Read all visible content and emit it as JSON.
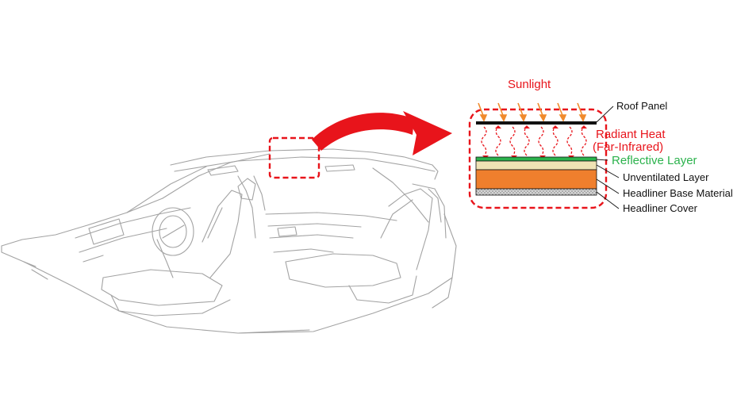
{
  "labels": {
    "sunlight": "Sunlight",
    "roof_panel": "Roof Panel",
    "radiant_heat": "Radiant Heat",
    "far_infrared": "(Far-Infrared)",
    "reflective_layer": "Reflective Layer",
    "unventilated_layer": "Unventilated Layer",
    "headliner_base": "Headliner Base Material",
    "headliner_cover": "Headliner Cover"
  },
  "colors": {
    "accent_red": "#e8141b",
    "sun_arrow": "#f08a2c",
    "reflective_green": "#2bb24c",
    "unventilated_beige": "#f0e2b4",
    "base_orange": "#ef7f2d",
    "cover_gray": "#c8c8c8",
    "line_gray": "#9a9a9a"
  }
}
